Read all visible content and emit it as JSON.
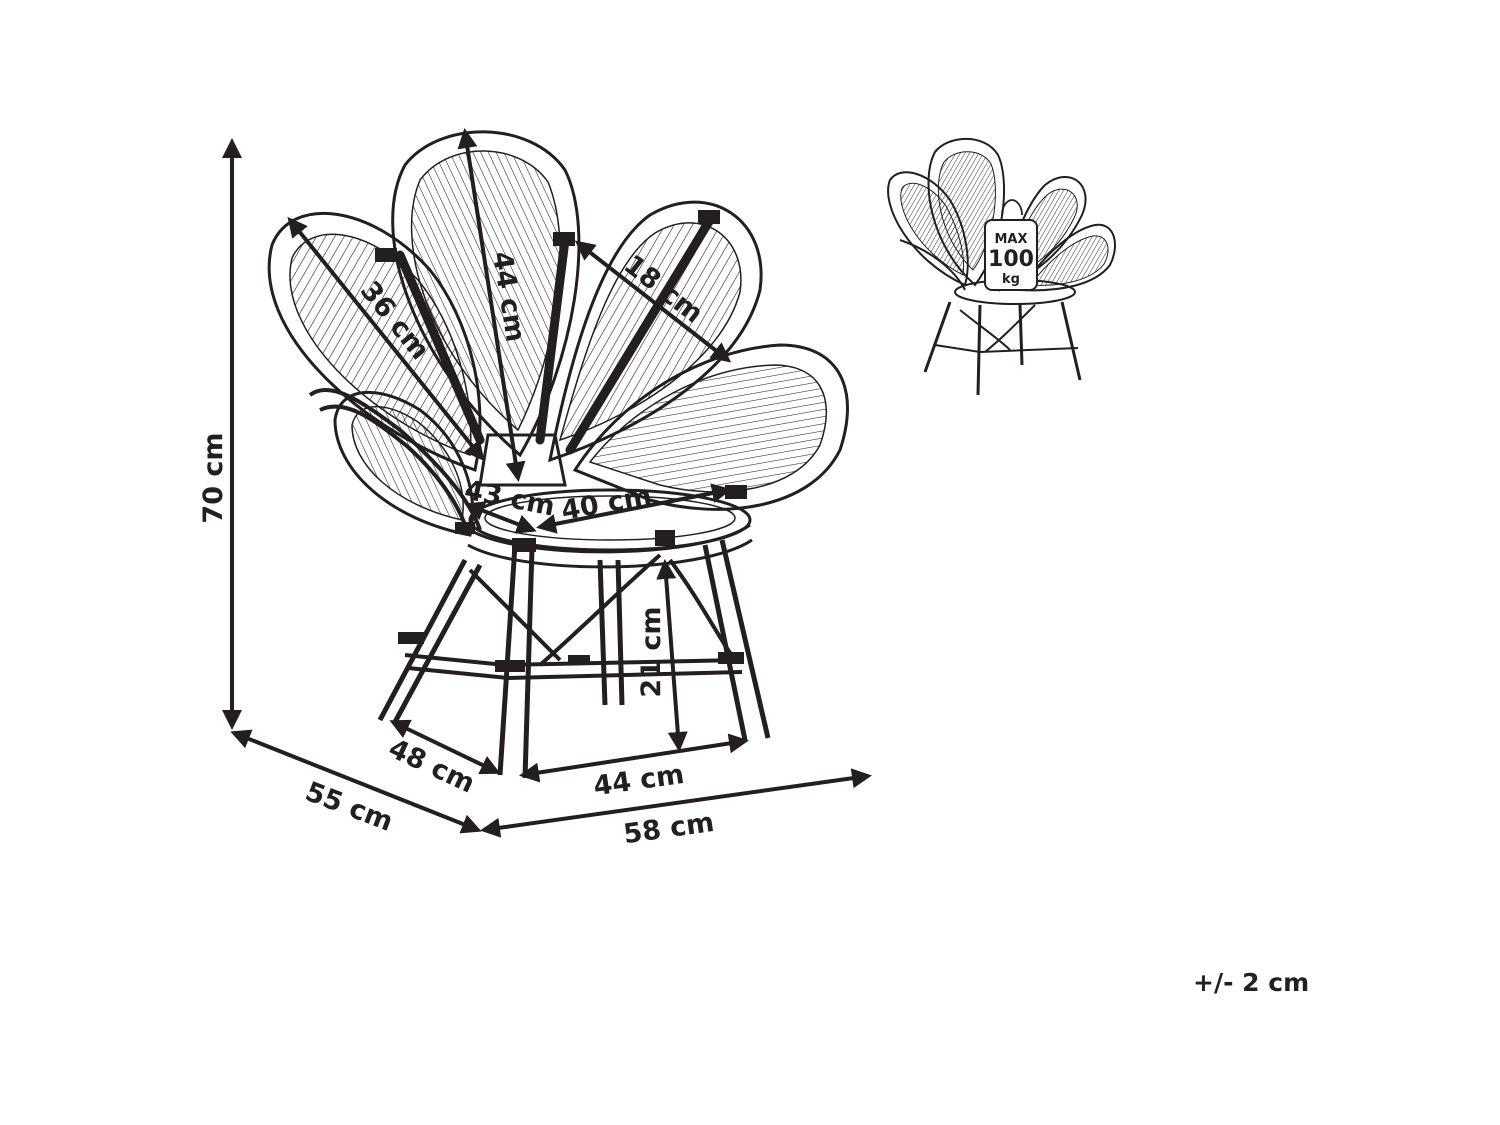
{
  "dimensions": {
    "height_total": "70 cm",
    "depth_total": "55 cm",
    "width_total": "58 cm",
    "depth_legs": "48 cm",
    "width_legs": "44 cm",
    "seat_height": "21 cm",
    "petal_left_length": "36 cm",
    "petal_center_length": "44 cm",
    "petal_width": "18 cm",
    "seat_depth": "43 cm",
    "seat_width": "40 cm"
  },
  "max_load": {
    "label": "MAX",
    "value": "100",
    "unit": "kg"
  },
  "tolerance": "+/- 2 cm",
  "colors": {
    "line": "#231f20",
    "background": "#ffffff"
  }
}
